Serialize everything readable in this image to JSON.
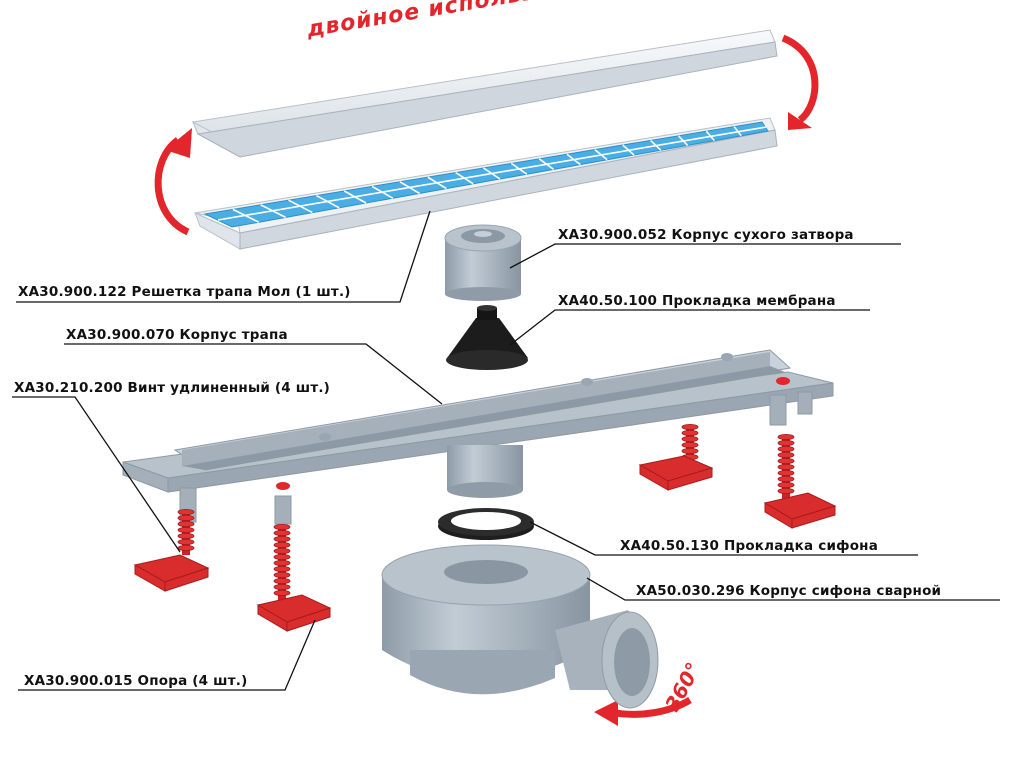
{
  "banner": "двойное использование",
  "rotation_label": "360°",
  "labels": {
    "grate": "XA30.900.122 Решетка трапа Мол (1 шт.)",
    "dry_trap": "XA30.900.052 Корпус сухого затвора",
    "membrane": "XA40.50.100 Прокладка мембрана",
    "drain_body": "XA30.900.070 Корпус трапа",
    "screw": "XA30.210.200 Винт удлиненный (4 шт.)",
    "siphon_gasket": "XA40.50.130 Прокладка сифона",
    "siphon_body": "XA50.030.296 Корпус сифона сварной",
    "support": "XA30.900.015 Опора (4 шт.)"
  },
  "colors": {
    "accent_red": "#e3262b",
    "part_gray": "#a9b4bf",
    "tile_blue": "#4aaee4",
    "gasket_black": "#1a1a1a"
  }
}
